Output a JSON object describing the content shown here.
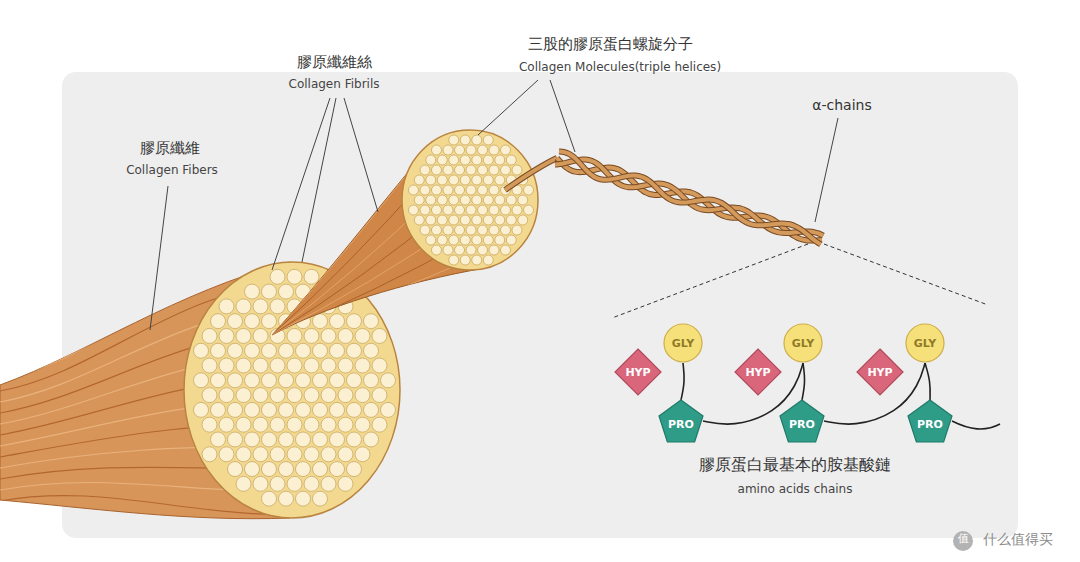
{
  "diagram": {
    "nodes": [
      {
        "text": [
          "HYP"
        ]
      },
      {
        "text": [
          "GLY"
        ]
      },
      {
        "text": [
          "PRO"
        ]
      },
      {
        "text": [
          "HYP"
        ]
      },
      {
        "text": [
          "GLY"
        ]
      },
      {
        "text": [
          "PRO"
        ]
      },
      {
        "text": [
          "HYP"
        ]
      },
      {
        "text": [
          "GLY"
        ]
      },
      {
        "text": [
          "PRO"
        ]
      }
    ],
    "edges": [
      {
        "from": 1,
        "to": 2,
        "arrow": "none"
      },
      {
        "from": 2,
        "to": 4,
        "arrow": "none"
      },
      {
        "from": 4,
        "to": 5,
        "arrow": "none"
      },
      {
        "from": 5,
        "to": 7,
        "arrow": "none"
      },
      {
        "from": 7,
        "to": 8,
        "arrow": "none"
      }
    ],
    "labels": [
      "膠原纖維",
      "Collagen Fibers",
      "膠原纖維絲",
      "Collagen Fibrils",
      "三股的膠原蛋白螺旋分子",
      "Collagen Molecules(triple helices)",
      "α-chains",
      "膠原蛋白最基本的胺基酸鏈",
      "amino acids chains",
      "值",
      "什么值得买"
    ]
  }
}
